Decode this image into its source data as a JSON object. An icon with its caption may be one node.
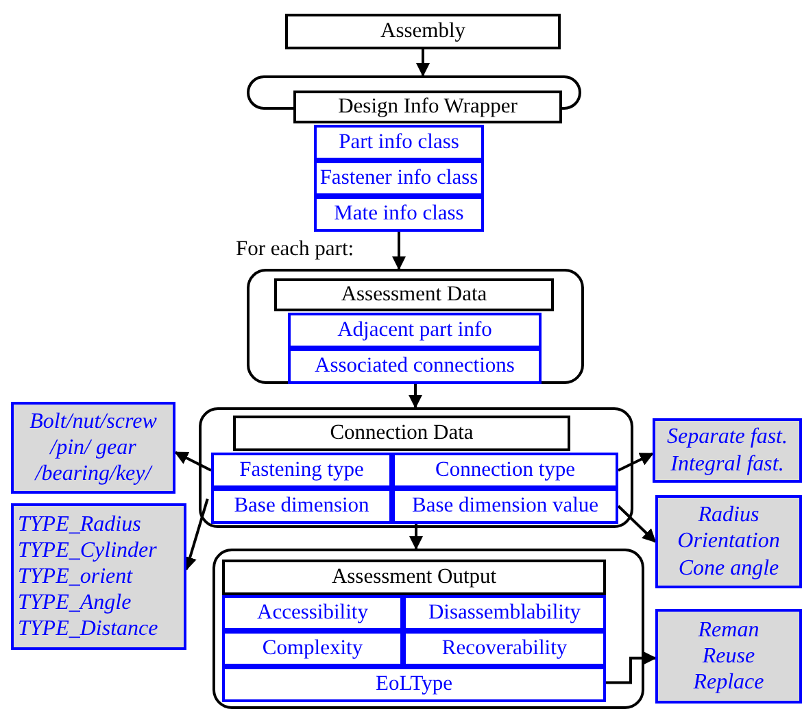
{
  "diagram": {
    "nodes": [
      {
        "text": [
          "Assembly"
        ]
      },
      {
        "text": [],
        "shape": "box"
      },
      {
        "text": [
          "Design Info Wrapper"
        ]
      },
      {
        "text": [
          "Part info class"
        ]
      },
      {
        "text": [
          "Fastener info class"
        ]
      },
      {
        "text": [
          "Mate info class"
        ]
      },
      {
        "text": [],
        "shape": "box"
      },
      {
        "text": [
          "Assessment Data"
        ],
        "in": 6
      },
      {
        "text": [
          "Adjacent part info"
        ],
        "in": 6
      },
      {
        "text": [
          "Associated connections"
        ],
        "in": 6
      },
      {
        "text": [],
        "shape": "box"
      },
      {
        "text": [
          "Connection Data"
        ],
        "in": 10
      },
      {
        "text": [
          "Fastening type"
        ],
        "in": 10
      },
      {
        "text": [
          "Connection type"
        ],
        "in": 10
      },
      {
        "text": [
          "Base dimension"
        ],
        "in": 10
      },
      {
        "text": [
          "Base dimension value"
        ],
        "in": 10
      },
      {
        "text": [],
        "shape": "box"
      },
      {
        "text": [
          "Assessment Output"
        ],
        "in": 16
      },
      {
        "text": [
          "Accessibility"
        ],
        "in": 16
      },
      {
        "text": [
          "Disassemblability"
        ],
        "in": 16
      },
      {
        "text": [
          "Complexity"
        ],
        "in": 16
      },
      {
        "text": [
          "Recoverability"
        ],
        "in": 16
      },
      {
        "text": [
          "EoLType"
        ],
        "in": 16
      },
      {
        "text": [
          "Bolt/nut/screw /pin/ gear /bearing/key/"
        ]
      },
      {
        "text": [
          "TYPE_Radius TYPE_Cylinder TYPE_orient TYPE_Angle TYPE_Distance"
        ]
      },
      {
        "text": [
          "Separate fast. Integral fast."
        ]
      },
      {
        "text": [
          "Radius Orientation Cone angle"
        ]
      },
      {
        "text": [
          "Reman Reuse Replace"
        ]
      }
    ],
    "edges": [
      {
        "from": 0,
        "to": 1,
        "arrow": "to"
      },
      {
        "from": 5,
        "to": 6,
        "arrow": "to"
      },
      {
        "from": 6,
        "to": 10,
        "arrow": "to"
      },
      {
        "from": 10,
        "to": 16,
        "arrow": "to"
      },
      {
        "from": 12,
        "to": 23,
        "arrow": "to"
      },
      {
        "from": 14,
        "to": 24,
        "arrow": "to"
      },
      {
        "from": 13,
        "to": 25,
        "arrow": "to"
      },
      {
        "from": 15,
        "to": 26,
        "arrow": "to"
      },
      {
        "from": 22,
        "to": 27,
        "arrow": "to"
      }
    ],
    "labels": [
      "For each part:"
    ]
  }
}
